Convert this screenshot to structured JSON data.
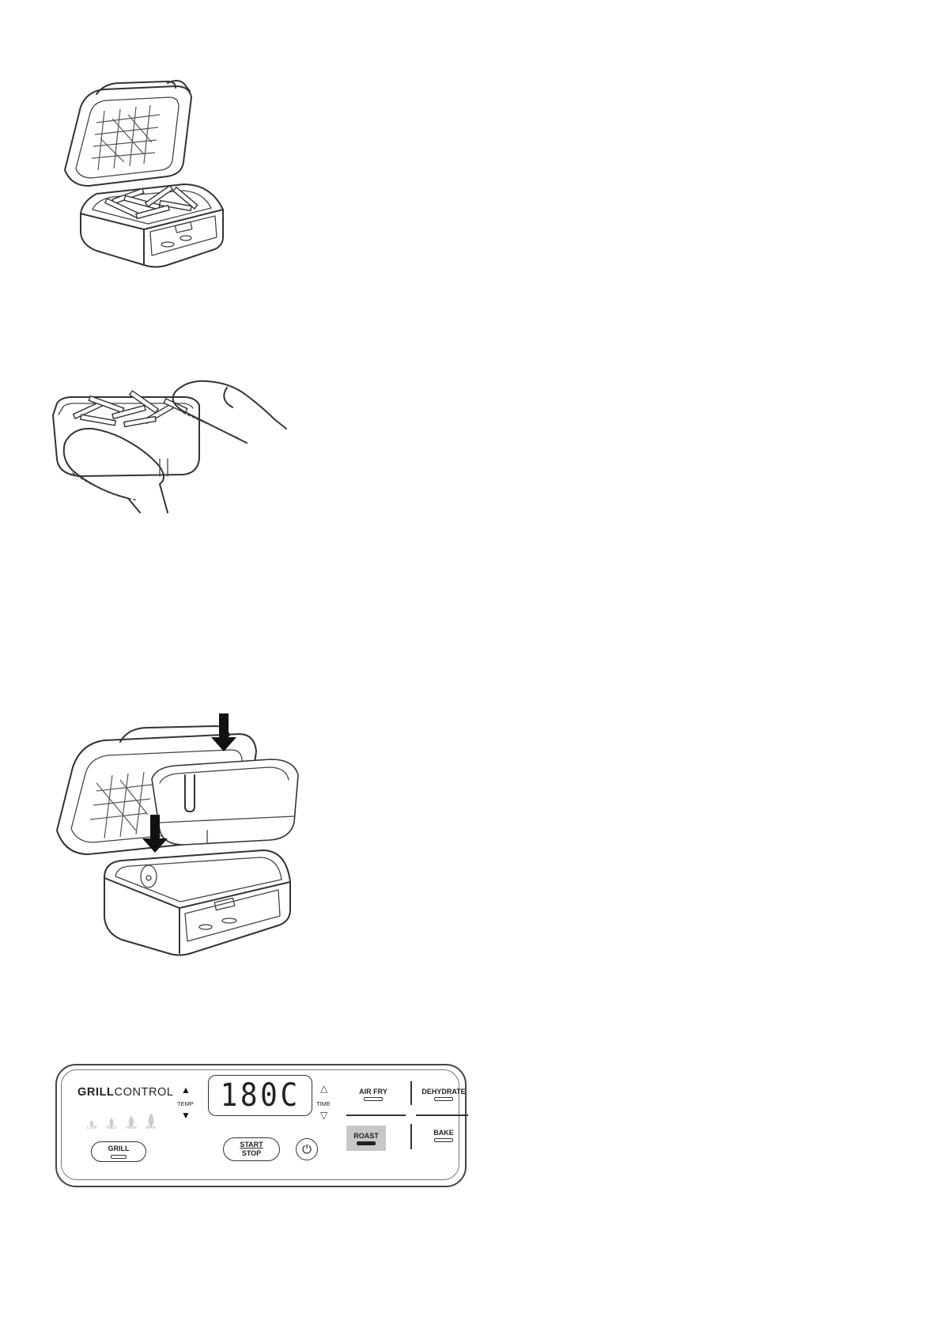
{
  "panel": {
    "brand_bold": "GRILL",
    "brand_light": "CONTROL",
    "grill_flame_levels": [
      "LOW",
      "MED",
      "HIGH",
      "MAX"
    ],
    "grill_button": "GRILL",
    "temp_label": "TEMP",
    "display": "180C",
    "time_label": "TIME",
    "start_button_line1": "START",
    "start_button_line2": "STOP",
    "power_icon": "power-icon",
    "modes": [
      {
        "label": "AIR FRY",
        "selected": false
      },
      {
        "label": "DEHYDRATE",
        "selected": false
      },
      {
        "label": "ROAST",
        "selected": true
      },
      {
        "label": "BAKE",
        "selected": false
      }
    ]
  }
}
